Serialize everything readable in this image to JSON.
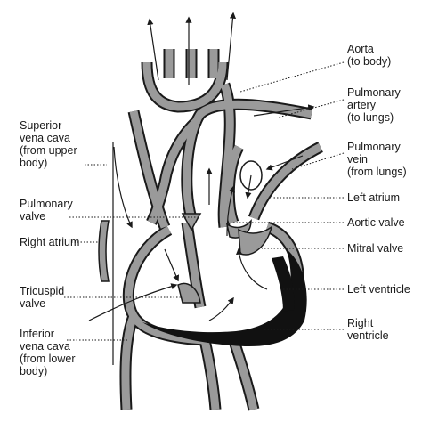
{
  "colors": {
    "wall": "#9a9a9a",
    "outline": "#1a1a1a",
    "dark": "#111111",
    "background": "#ffffff"
  },
  "labels": {
    "aorta": "Aorta\n(to body)",
    "pulmonary_artery": "Pulmonary\nartery\n(to lungs)",
    "pulmonary_vein": "Pulmonary\nvein\n(from lungs)",
    "left_atrium": "Left atrium",
    "aortic_valve": "Aortic valve",
    "mitral_valve": "Mitral valve",
    "left_ventricle": "Left ventricle",
    "right_ventricle": "Right\nventricle",
    "superior_vena_cava": "Superior\nvena cava\n(from upper\nbody)",
    "pulmonary_valve": "Pulmonary\nvalve",
    "right_atrium": "Right atrium",
    "tricuspid_valve": "Tricuspid\nvalve",
    "inferior_vena_cava": "Inferior\nvena cava\n(from lower\nbody)"
  }
}
